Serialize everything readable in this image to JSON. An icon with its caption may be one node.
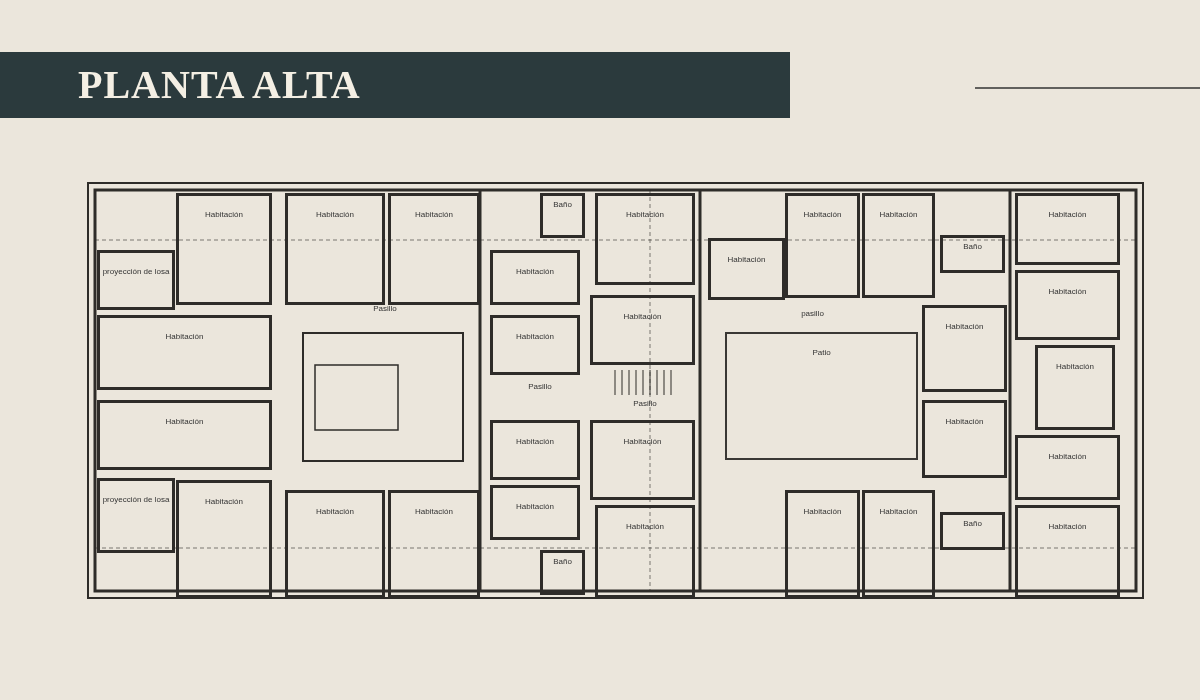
{
  "diagram": {
    "title": "PLANTA ALTA",
    "nodes": [
      {
        "text": [
          "Habitación"
        ]
      },
      {
        "text": [
          "proyección de losa"
        ]
      },
      {
        "text": [
          "Habitación"
        ]
      },
      {
        "text": [
          "Habitación"
        ]
      },
      {
        "text": [
          "Habitación"
        ]
      },
      {
        "text": [
          "Pasillo"
        ]
      },
      {
        "text": [
          "Habitación"
        ]
      },
      {
        "text": [
          "proyección de losa"
        ]
      },
      {
        "text": [
          "Habitación"
        ]
      },
      {
        "text": [
          "Habitación"
        ]
      },
      {
        "text": [
          "Habitación"
        ]
      },
      {
        "text": [
          "Baño"
        ]
      },
      {
        "text": [
          "Habitación"
        ]
      },
      {
        "text": [
          "Habitación"
        ]
      },
      {
        "text": [
          "Habitación"
        ]
      },
      {
        "text": [
          "Habitación"
        ]
      },
      {
        "text": [
          "Pasillo"
        ]
      },
      {
        "text": [
          "Pasillo"
        ]
      },
      {
        "text": [
          "Habitación"
        ]
      },
      {
        "text": [
          "Habitación"
        ]
      },
      {
        "text": [
          "Habitación"
        ]
      },
      {
        "text": [
          "Baño"
        ]
      },
      {
        "text": [
          "Habitación"
        ]
      },
      {
        "text": [
          "Habitación"
        ]
      },
      {
        "text": [
          "Habitación"
        ]
      },
      {
        "text": [
          "Baño"
        ]
      },
      {
        "text": [
          "Habitación"
        ]
      },
      {
        "text": [
          "Habitación"
        ]
      },
      {
        "text": [
          "pasillo"
        ]
      },
      {
        "text": [
          "Patio"
        ]
      },
      {
        "text": [
          "Habitación"
        ]
      },
      {
        "text": [
          "Habitación"
        ]
      },
      {
        "text": [
          "Habitación"
        ]
      },
      {
        "text": [
          "Habitación"
        ]
      },
      {
        "text": [
          "Habitación"
        ]
      },
      {
        "text": [
          "Habitación"
        ]
      },
      {
        "text": [
          "Habitación"
        ]
      },
      {
        "text": [
          "Baño"
        ]
      },
      {
        "text": [
          "Habitación"
        ]
      }
    ]
  }
}
